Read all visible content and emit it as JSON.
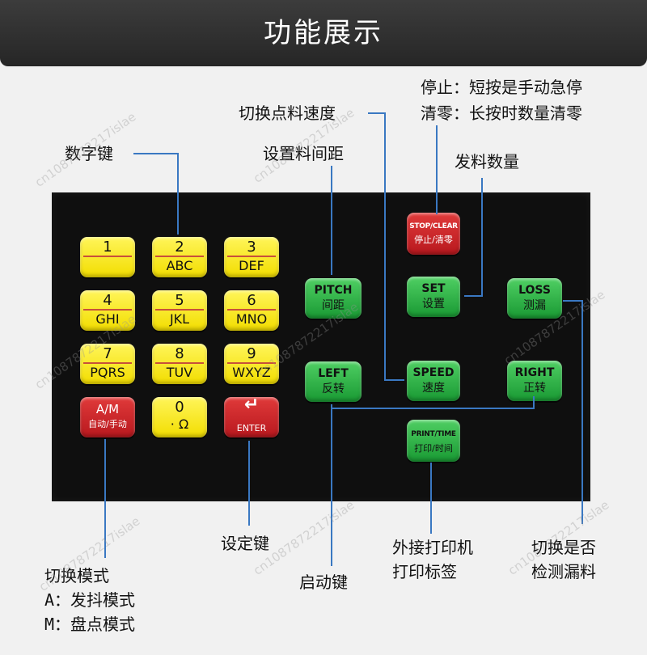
{
  "title": "功能展示",
  "keypad": {
    "numeric": [
      {
        "num": "1",
        "letters": ""
      },
      {
        "num": "2",
        "letters": "ABC"
      },
      {
        "num": "3",
        "letters": "DEF"
      },
      {
        "num": "4",
        "letters": "GHI"
      },
      {
        "num": "5",
        "letters": "JKL"
      },
      {
        "num": "6",
        "letters": "MNO"
      },
      {
        "num": "7",
        "letters": "PQRS"
      },
      {
        "num": "8",
        "letters": "TUV"
      },
      {
        "num": "9",
        "letters": "WXYZ"
      },
      {
        "num": "0",
        "letters": "· Ω"
      }
    ],
    "am": {
      "en": "A/M",
      "zh": "自动/手动"
    },
    "enter": {
      "symbol": "↵",
      "en": "ENTER"
    },
    "stop": {
      "en": "STOP/CLEAR",
      "zh": "停止/清零"
    },
    "pitch": {
      "en": "PITCH",
      "zh": "间距"
    },
    "set": {
      "en": "SET",
      "zh": "设置"
    },
    "loss": {
      "en": "LOSS",
      "zh": "测漏"
    },
    "left": {
      "en": "LEFT",
      "zh": "反转"
    },
    "speed": {
      "en": "SPEED",
      "zh": "速度"
    },
    "right": {
      "en": "RIGHT",
      "zh": "正转"
    },
    "print": {
      "en": "PRINT/TIME",
      "zh": "打印/时间"
    }
  },
  "labels": {
    "digit_keys": "数字键",
    "switch_speed": "切换点料速度",
    "set_pitch": "设置料间距",
    "stop_line1": "停止：短按是手动急停",
    "stop_line2": "清零：长按时数量清零",
    "feed_count": "发料数量",
    "set_key": "设定键",
    "start_key": "启动键",
    "printer_line1": "外接打印机",
    "printer_line2": "打印标签",
    "loss_line1": "切换是否",
    "loss_line2": "检测漏料",
    "mode_title": "切换模式",
    "mode_a": "A：发抖模式",
    "mode_m": "M：盘点模式"
  },
  "watermark": "cn1087872217islae"
}
